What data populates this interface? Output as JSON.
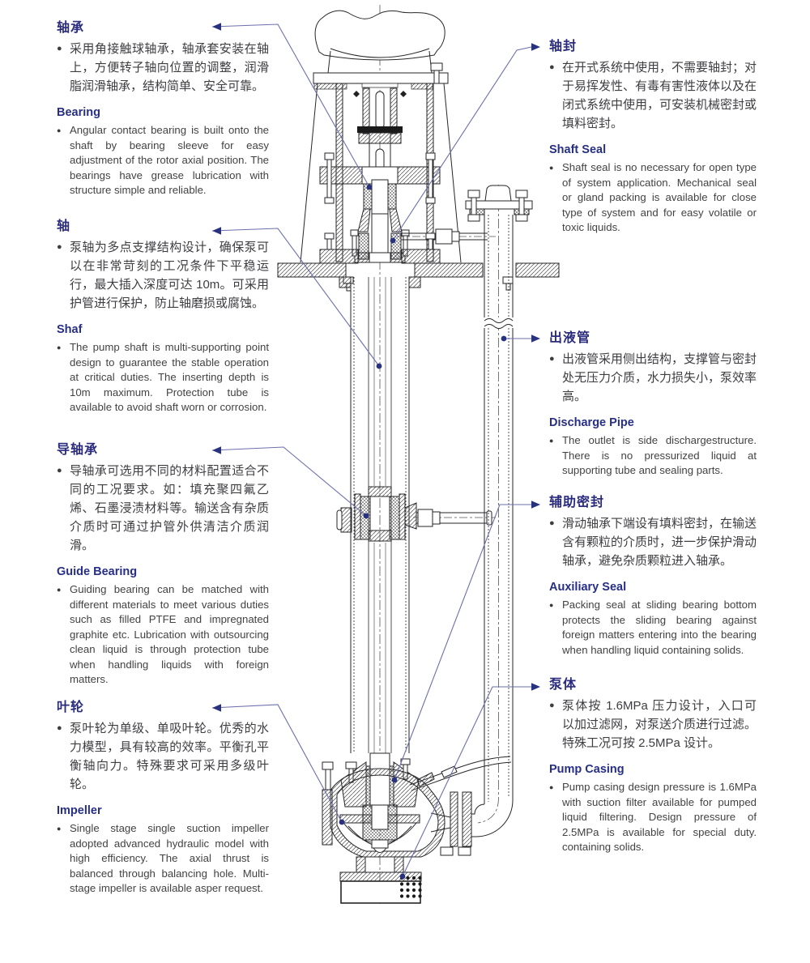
{
  "ui": {
    "bullet": "●",
    "colors": {
      "zh_heading": "#2b2c7e",
      "en_heading": "#262f85",
      "body_text": "#3d3d42",
      "leader_line": "#6b6fad",
      "leader_marker": "#28327e",
      "drawing_line": "#26262a"
    }
  },
  "diagram": {
    "subject": "vertical sump pump cross-section",
    "callouts_left": [
      "轴承",
      "轴",
      "导轴承",
      "叶轮"
    ],
    "callouts_right": [
      "轴封",
      "出液管",
      "辅助密封",
      "泵体"
    ]
  },
  "sections": {
    "left": [
      {
        "zh_title": "轴承",
        "zh_text": "采用角接触球轴承，轴承套安装在轴上，方便转子轴向位置的调整，润滑脂润滑轴承，结构简单、安全可靠。",
        "en_title": "Bearing",
        "en_text": "Angular contact bearing is built onto the shaft by bearing sleeve for easy adjustment of the rotor axial position. The bearings have grease lubrication with structure simple and reliable."
      },
      {
        "zh_title": "轴",
        "zh_text": "泵轴为多点支撑结构设计，确保泵可以在非常苛刻的工况条件下平稳运行，最大插入深度可达 10m。可采用护管进行保护，防止轴磨损或腐蚀。",
        "en_title": "Shaf",
        "en_text": "The pump shaft is multi-supporting point design to guarantee the stable operation at critical duties. The inserting depth is 10m maximum. Protection tube is available to avoid shaft worn or corrosion."
      },
      {
        "zh_title": "导轴承",
        "zh_text": "导轴承可选用不同的材料配置适合不同的工况要求。如：填充聚四氟乙烯、石墨浸渍材料等。输送含有杂质介质时可通过护管外供清洁介质润滑。",
        "en_title": "Guide Bearing",
        "en_text": "Guiding bearing can be matched with different materials to meet various duties such as filled PTFE and impregnated graphite etc. Lubrication with outsourcing clean liquid is through protection tube when handling liquids with foreign matters."
      },
      {
        "zh_title": "叶轮",
        "zh_text": "泵叶轮为单级、单吸叶轮。优秀的水力模型，具有较高的效率。平衡孔平衡轴向力。特殊要求可采用多级叶轮。",
        "en_title": "Impeller",
        "en_text": "Single stage single suction impeller adopted advanced hydraulic model with high efficiency. The axial thrust is balanced through balancing hole. Multi-stage impeller is available asper request."
      }
    ],
    "right": [
      {
        "zh_title": "轴封",
        "zh_text": "在开式系统中使用，不需要轴封；对于易挥发性、有毒有害性液体以及在闭式系统中使用，可安装机械密封或填料密封。",
        "en_title": "Shaft Seal",
        "en_text": "Shaft seal is no necessary for open type of system application. Mechanical seal or gland packing is available for close type of system and for easy volatile or toxic liquids."
      },
      {
        "zh_title": "出液管",
        "zh_text": "出液管采用侧出结构，支撑管与密封处无压力介质，水力损失小，泵效率高。",
        "en_title": "Discharge Pipe",
        "en_text": "The outlet is side dischargestructure. There is no pressurized liquid at supporting tube and sealing parts."
      },
      {
        "zh_title": "辅助密封",
        "zh_text": "滑动轴承下端设有填料密封，在输送含有颗粒的介质时，进一步保护滑动轴承，避免杂质颗粒进入轴承。",
        "en_title": "Auxiliary Seal",
        "en_text": "Packing seal at sliding bearing bottom protects the sliding bearing against foreign matters entering into the bearing when handling liquid containing solids."
      },
      {
        "zh_title": "泵体",
        "zh_text": "泵体按 1.6MPa 压力设计，入口可以加过滤网，对泵送介质进行过滤。特殊工况可按 2.5MPa 设计。",
        "en_title": "Pump Casing",
        "en_text": "Pump casing design pressure is 1.6MPa with suction filter available for pumped liquid filtering. Design pressure of 2.5MPa is available for special duty. containing solids."
      }
    ]
  }
}
